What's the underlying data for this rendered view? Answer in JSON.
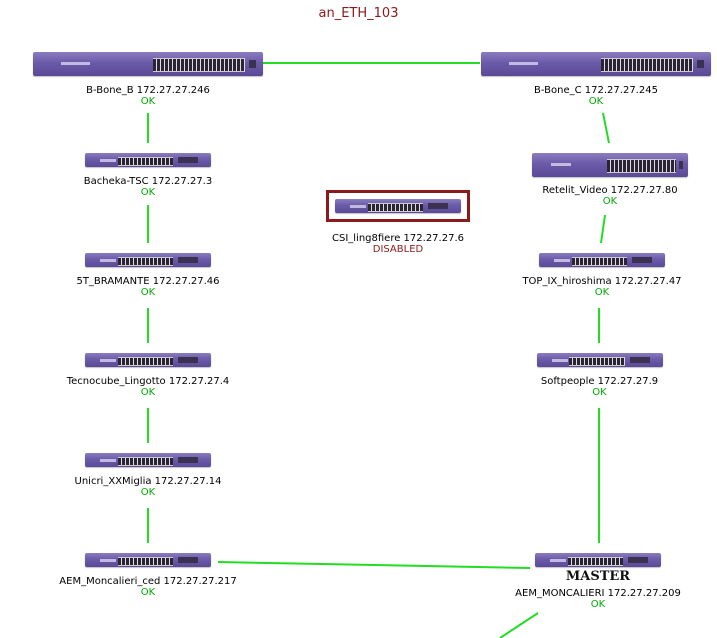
{
  "map": {
    "title": "an_ETH_103",
    "link_color": "#22dd22",
    "ok_color": "#00aa00",
    "disabled_color": "#8b1a1a"
  },
  "nodes": [
    {
      "id": "bbone_b",
      "name": "B-Bone_B",
      "ip": "172.27.27.246",
      "status": "OK",
      "label": "B-Bone_B 172.27.27.246"
    },
    {
      "id": "bbone_c",
      "name": "B-Bone_C",
      "ip": "172.27.27.245",
      "status": "OK",
      "label": "B-Bone_C 172.27.27.245"
    },
    {
      "id": "bacheka",
      "name": "Bacheka-TSC",
      "ip": "172.27.27.3",
      "status": "OK",
      "label": "Bacheka-TSC 172.27.27.3"
    },
    {
      "id": "retelit",
      "name": "Retelit_Video",
      "ip": "172.27.27.80",
      "status": "OK",
      "label": "Retelit_Video 172.27.27.80"
    },
    {
      "id": "csi",
      "name": "CSI_ling8fiere",
      "ip": "172.27.27.6",
      "status": "DISABLED",
      "label": "CSI_ling8fiere 172.27.27.6"
    },
    {
      "id": "bramante",
      "name": "5T_BRAMANTE",
      "ip": "172.27.27.46",
      "status": "OK",
      "label": "5T_BRAMANTE 172.27.27.46"
    },
    {
      "id": "topix",
      "name": "TOP_IX_hiroshima",
      "ip": "172.27.27.47",
      "status": "OK",
      "label": "TOP_IX_hiroshima 172.27.27.47"
    },
    {
      "id": "tecnocube",
      "name": "Tecnocube_Lingotto",
      "ip": "172.27.27.4",
      "status": "OK",
      "label": "Tecnocube_Lingotto 172.27.27.4"
    },
    {
      "id": "softpeople",
      "name": "Softpeople",
      "ip": "172.27.27.9",
      "status": "OK",
      "label": "Softpeople 172.27.27.9"
    },
    {
      "id": "unicri",
      "name": "Unicri_XXMiglia",
      "ip": "172.27.27.14",
      "status": "OK",
      "label": "Unicri_XXMiglia 172.27.27.14"
    },
    {
      "id": "aem_ced",
      "name": "AEM_Moncalieri_ced",
      "ip": "172.27.27.217",
      "status": "OK",
      "label": "AEM_Moncalieri_ced 172.27.27.217"
    },
    {
      "id": "aem_master",
      "name": "AEM_MONCALIERI",
      "ip": "172.27.27.209",
      "status": "OK",
      "label": "AEM_MONCALIERI 172.27.27.209",
      "role": "MASTER"
    }
  ],
  "links": [
    [
      "bbone_b",
      "bbone_c"
    ],
    [
      "bbone_b",
      "bacheka"
    ],
    [
      "bacheka",
      "bramante"
    ],
    [
      "bramante",
      "tecnocube"
    ],
    [
      "tecnocube",
      "unicri"
    ],
    [
      "unicri",
      "aem_ced"
    ],
    [
      "aem_ced",
      "aem_master"
    ],
    [
      "bbone_c",
      "retelit"
    ],
    [
      "retelit",
      "topix"
    ],
    [
      "topix",
      "softpeople"
    ],
    [
      "softpeople",
      "aem_master"
    ],
    [
      "aem_master",
      "offscreen"
    ]
  ]
}
